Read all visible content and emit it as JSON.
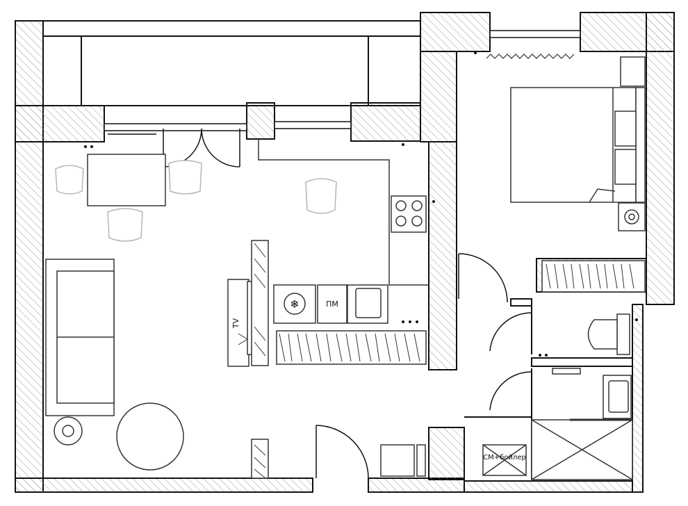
{
  "labels": {
    "tv": "TV",
    "dishwasher": "ПМ",
    "washer_boiler": "СМ+бойлер"
  },
  "icons": {
    "fridge": "snowflake-icon",
    "stove": "cooktop-icon",
    "sink": "sink-icon",
    "toilet": "toilet-icon",
    "shower": "shower-tray-icon"
  },
  "colors": {
    "wall": "#111111",
    "hatch": "#9a9a9a",
    "furniture": "#333333",
    "chair": "#b5b5b5",
    "background": "#ffffff"
  }
}
